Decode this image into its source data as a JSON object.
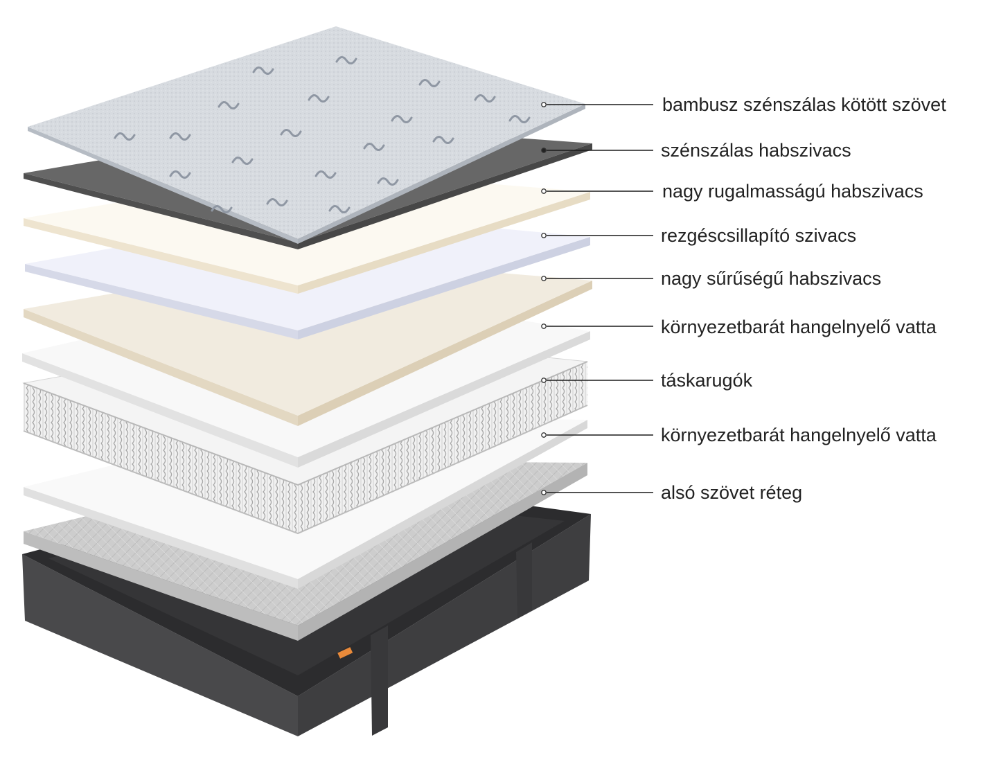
{
  "layers": [
    {
      "label": "bambusz szénszálas kötött szövet"
    },
    {
      "label": "szénszálas  habszivacs"
    },
    {
      "label": "nagy rugalmasságú habszivacs"
    },
    {
      "label": "rezgéscsillapító szivacs"
    },
    {
      "label": "nagy sűrűségű habszivacs"
    },
    {
      "label": "környezetbarát hangelnyelő vatta"
    },
    {
      "label": "táskarugók"
    },
    {
      "label": "környezetbarát hangelnyelő vatta"
    },
    {
      "label": "alsó szövet réteg"
    }
  ],
  "colors": {
    "text": "#222222",
    "leader": "#1a1a1a",
    "knit_fabric": "#d3d8de",
    "carbon_foam": "#666666",
    "elastic_foam": "#fbf7ee",
    "damping_foam": "#eef0fa",
    "density_foam": "#efe9dc",
    "cotton": "#f8f8f8",
    "springs": "#eaeaea",
    "bottom_fabric": "#cfcfcf",
    "base_box": "#4a4a4c"
  }
}
